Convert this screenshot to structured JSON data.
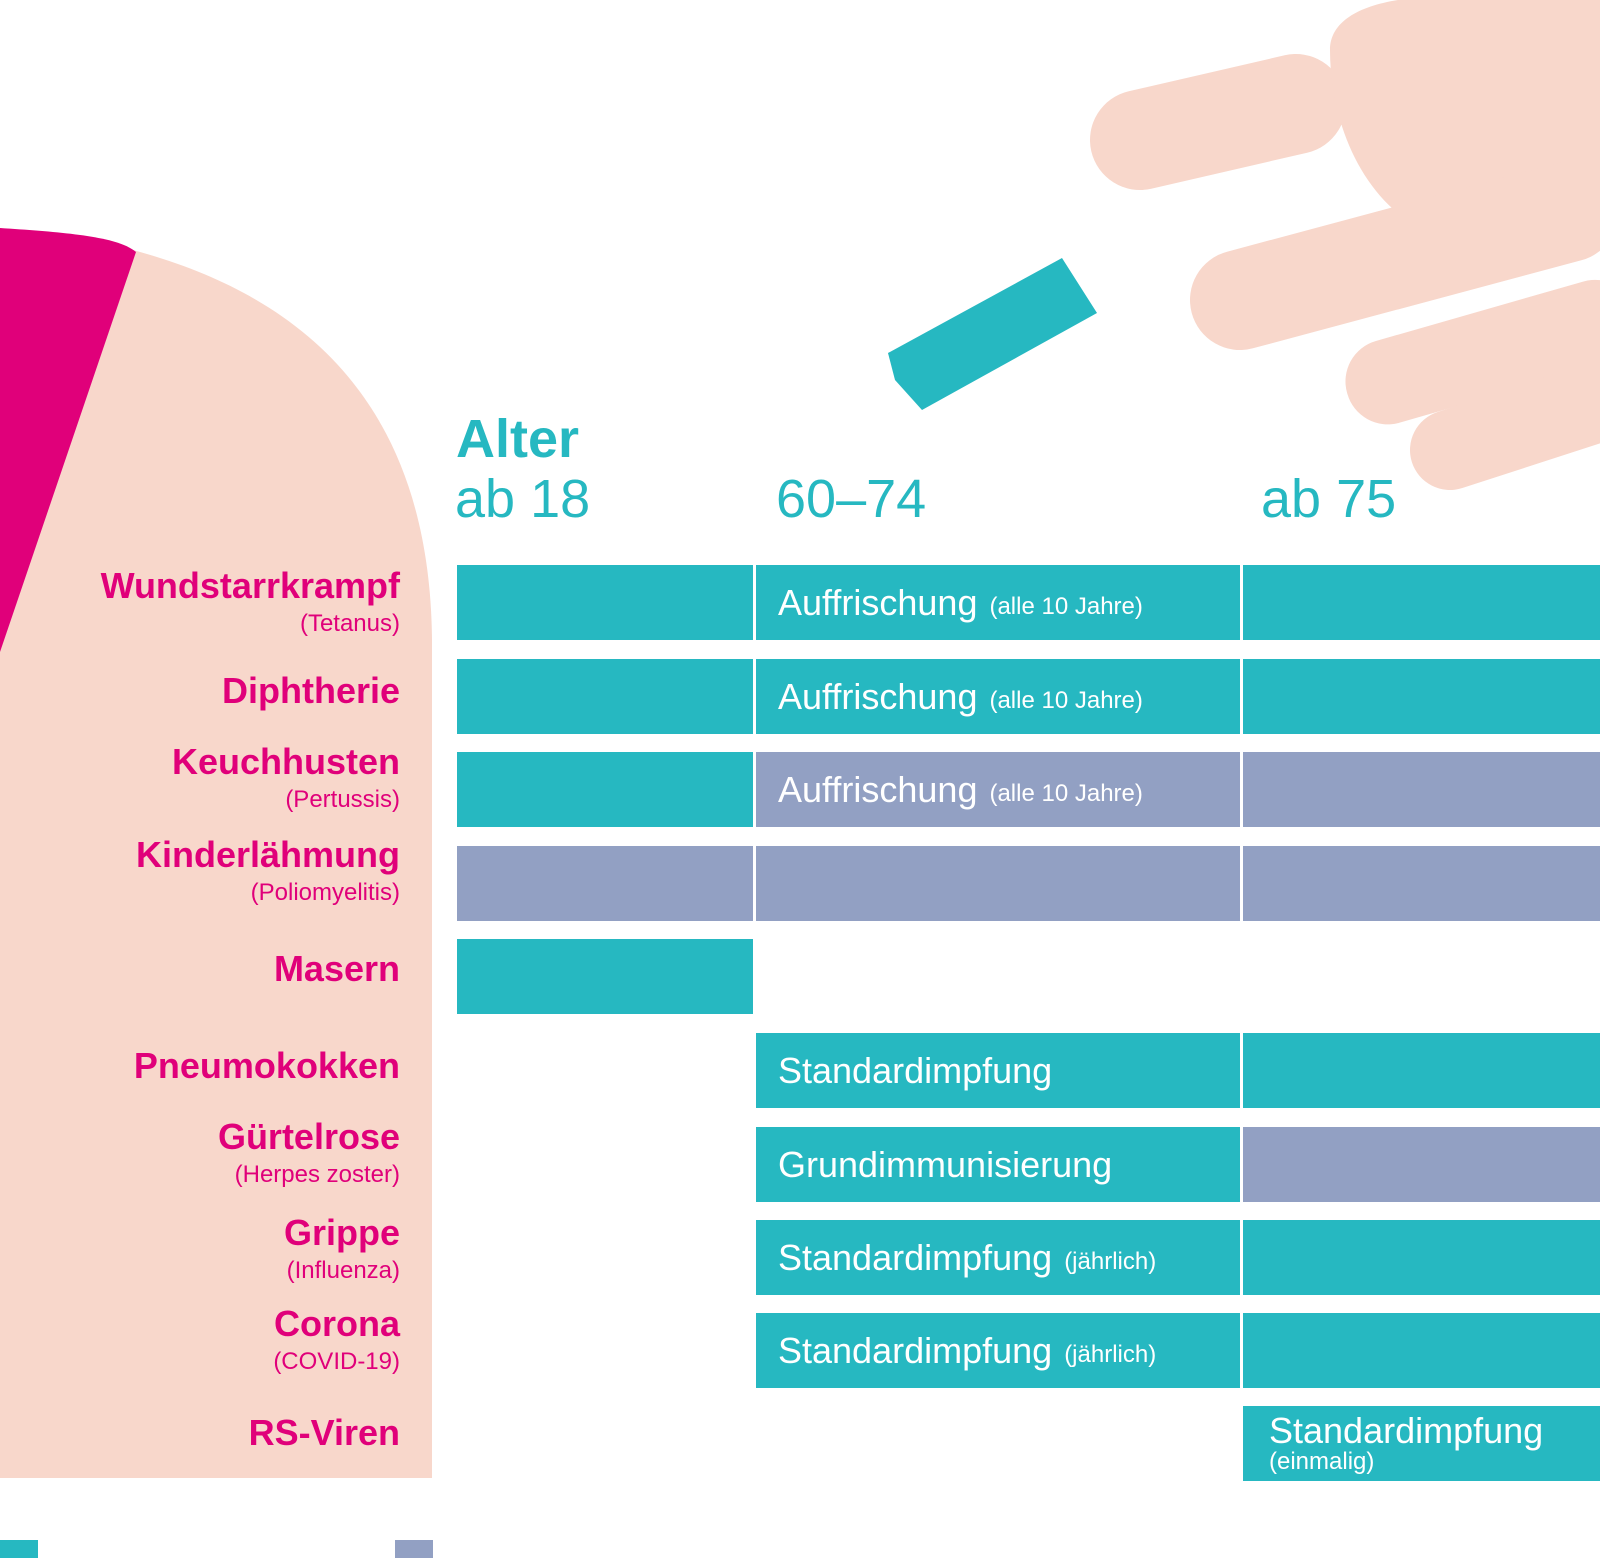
{
  "colors": {
    "standard": "#26b8c1",
    "indication": "#92a0c3",
    "label": "#e0007a",
    "skin": "#f8d7cb",
    "sleeve": "#e0007a"
  },
  "header": {
    "title": "Alter",
    "columns": [
      "ab 18",
      "60–74",
      "ab 75"
    ]
  },
  "diseases": [
    {
      "name": "Wundstarrkrampf",
      "sub": "(Tetanus)"
    },
    {
      "name": "Diphtherie",
      "sub": ""
    },
    {
      "name": "Keuchhusten",
      "sub": "(Pertussis)"
    },
    {
      "name": "Kinderlähmung",
      "sub": "(Poliomyelitis)"
    },
    {
      "name": "Masern",
      "sub": ""
    },
    {
      "name": "Pneumokokken",
      "sub": ""
    },
    {
      "name": "Gürtelrose",
      "sub": "(Herpes zoster)"
    },
    {
      "name": "Grippe",
      "sub": "(Influenza)"
    },
    {
      "name": "Corona",
      "sub": "(COVID-19)"
    },
    {
      "name": "RS-Viren",
      "sub": ""
    }
  ],
  "rows": [
    {
      "ab18": "standard",
      "mid": {
        "type": "standard",
        "label": "Auffrischung",
        "note": "(alle 10 Jahre)"
      },
      "ab75": "standard"
    },
    {
      "ab18": "standard",
      "mid": {
        "type": "standard",
        "label": "Auffrischung",
        "note": "(alle 10 Jahre)"
      },
      "ab75": "standard"
    },
    {
      "ab18": "standard",
      "mid": {
        "type": "indication",
        "label": "Auffrischung",
        "note": "(alle 10 Jahre)"
      },
      "ab75": "indication"
    },
    {
      "ab18": "indication",
      "mid": {
        "type": "indication",
        "label": "",
        "note": ""
      },
      "ab75": "indication"
    },
    {
      "ab18": "standard",
      "mid": null,
      "ab75": null
    },
    {
      "ab18": null,
      "mid": {
        "type": "standard",
        "label": "Standardimpfung",
        "note": ""
      },
      "ab75": "standard"
    },
    {
      "ab18": null,
      "mid": {
        "type": "standard",
        "label": "Grundimmunisierung",
        "note": ""
      },
      "ab75": "indication"
    },
    {
      "ab18": null,
      "mid": {
        "type": "standard",
        "label": "Standardimpfung",
        "note": "(jährlich)"
      },
      "ab75": "standard"
    },
    {
      "ab18": null,
      "mid": {
        "type": "standard",
        "label": "Standardimpfung",
        "note": "(jährlich)"
      },
      "ab75": "standard"
    },
    {
      "ab18": null,
      "mid": null,
      "ab75": {
        "type": "standard",
        "label": "Standardimpfung",
        "note": "(einmalig)"
      }
    }
  ]
}
